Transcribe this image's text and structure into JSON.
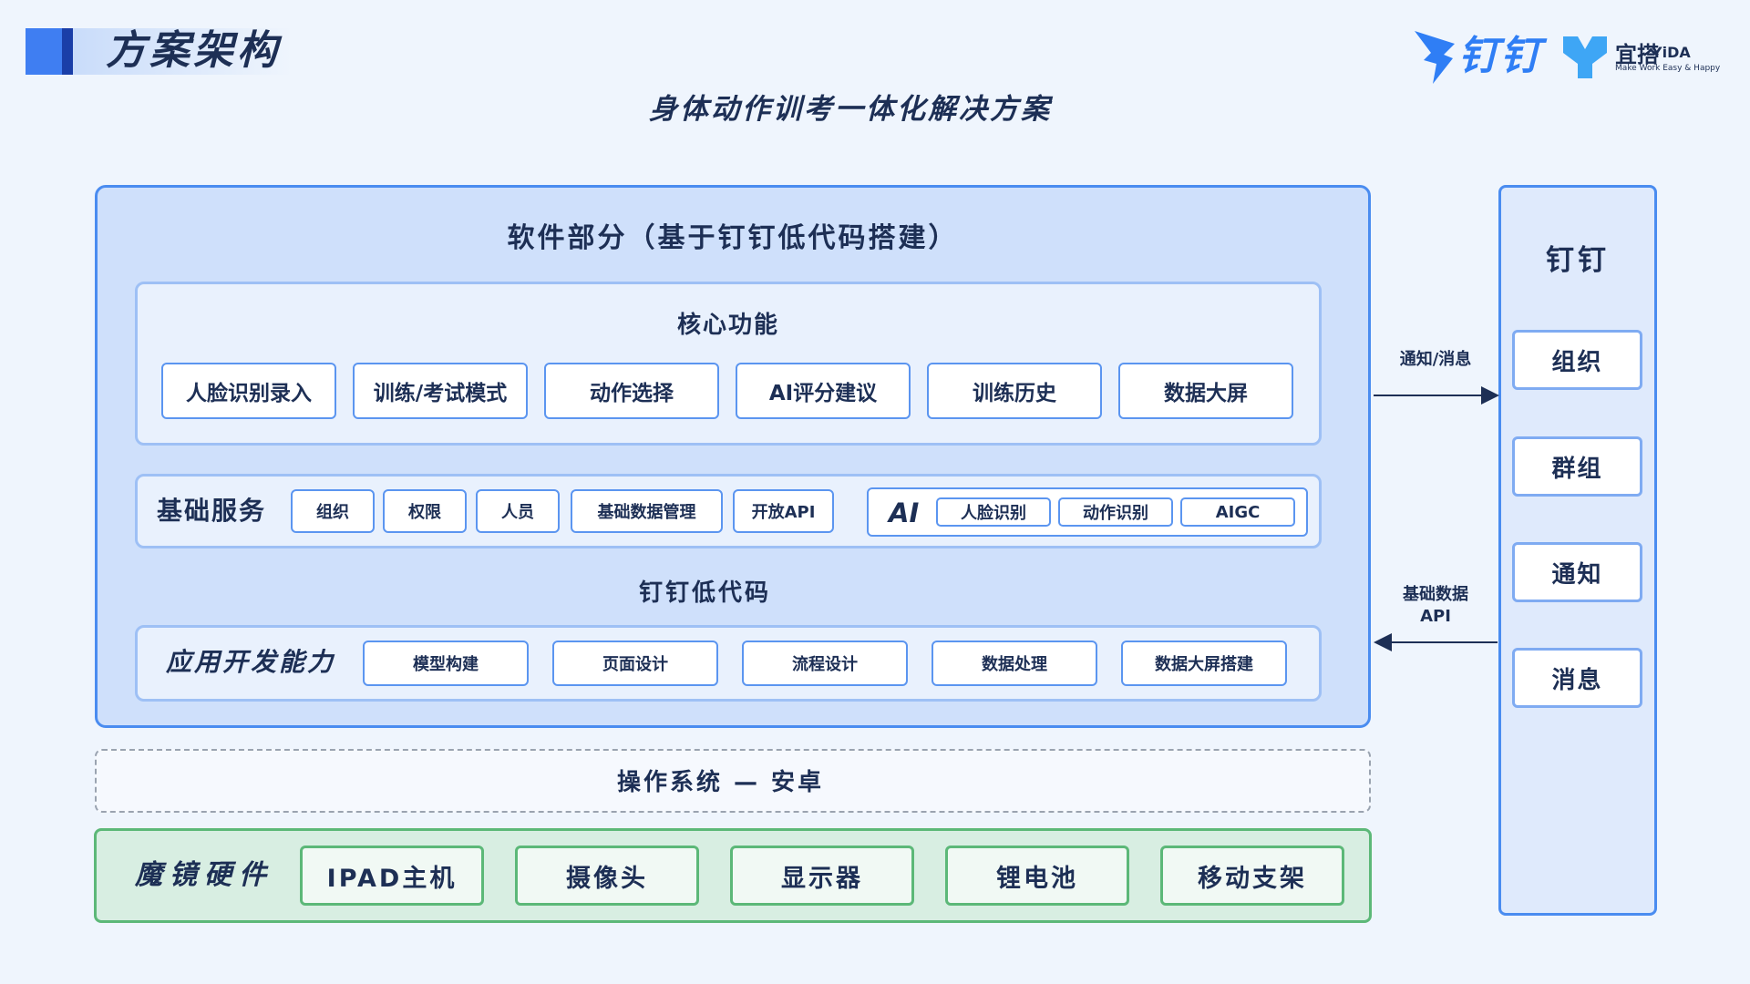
{
  "header": {
    "section_title": "方案架构",
    "main_title": "身体动作训考一体化解决方案"
  },
  "logos": {
    "dingtalk": "钉钉",
    "yida_cn": "宜搭",
    "yida_en": "YiDA",
    "yida_slogan": "Make Work Easy & Happy"
  },
  "software": {
    "title": "软件部分（基于钉钉低代码搭建）",
    "core": {
      "title": "核心功能",
      "items": [
        "人脸识别录入",
        "训练/考试模式",
        "动作选择",
        "AI评分建议",
        "训练历史",
        "数据大屏"
      ]
    },
    "base": {
      "label": "基础服务",
      "items": [
        "组织",
        "权限",
        "人员",
        "基础数据管理",
        "开放API"
      ],
      "ai_label": "AI",
      "ai_items": [
        "人脸识别",
        "动作识别",
        "AIGC"
      ]
    },
    "lowcode_title": "钉钉低代码",
    "app": {
      "label": "应用开发能力",
      "items": [
        "模型构建",
        "页面设计",
        "流程设计",
        "数据处理",
        "数据大屏搭建"
      ]
    }
  },
  "os": {
    "label": "操作系统 — 安卓"
  },
  "hardware": {
    "label": "魔镜硬件",
    "items": [
      "IPAD主机",
      "摄像头",
      "显示器",
      "锂电池",
      "移动支架"
    ]
  },
  "dingtalk": {
    "title": "钉钉",
    "items": [
      "组织",
      "群组",
      "通知",
      "消息"
    ]
  },
  "arrows": {
    "to_dingtalk": "通知/消息",
    "from_dingtalk_1": "基础数据",
    "from_dingtalk_2": "API"
  },
  "colors": {
    "accent_blue": "#4a8cf0",
    "dark_navy": "#1d2f55",
    "green": "#5cb878",
    "panel_blue": "#cfe0fb"
  }
}
